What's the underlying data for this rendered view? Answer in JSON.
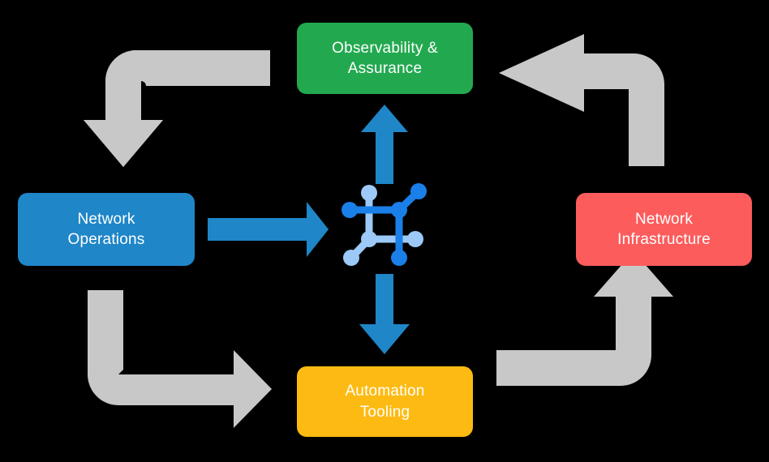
{
  "diagram": {
    "type": "cycle-diagram",
    "background_color": "#000000",
    "title_present": false,
    "nodes": [
      {
        "id": "observability",
        "label": "Observability &\nAssurance",
        "color": "#22A94F",
        "text_color": "#FFFFFF",
        "position": "top"
      },
      {
        "id": "network-operations",
        "label": "Network\nOperations",
        "color": "#1F86C8",
        "text_color": "#FFFFFF",
        "position": "left"
      },
      {
        "id": "network-infrastructure",
        "label": "Network\nInfrastructure",
        "color": "#FC5C5C",
        "text_color": "#FFFFFF",
        "position": "right"
      },
      {
        "id": "automation-tooling",
        "label": "Automation\nTooling",
        "color": "#FDBA12",
        "text_color": "#FFFFFF",
        "position": "bottom"
      }
    ],
    "center": {
      "icon_name": "network-topology-icon",
      "color_primary": "#1A7FE8",
      "color_secondary": "#9CC9F7"
    },
    "arrows": {
      "primary_color": "#1F86C8",
      "flow_color": "#C8C8C8",
      "primary": [
        {
          "id": "netops-to-center",
          "direction": "right"
        },
        {
          "id": "center-to-observability",
          "direction": "up"
        },
        {
          "id": "center-to-automation",
          "direction": "down"
        }
      ],
      "flow": [
        {
          "id": "observability-to-netops",
          "direction": "down-left-elbow"
        },
        {
          "id": "netinfra-to-observability",
          "direction": "up-left-elbow"
        },
        {
          "id": "netops-to-automation",
          "direction": "down-right-elbow"
        },
        {
          "id": "automation-to-netinfra",
          "direction": "right-up-elbow"
        }
      ]
    }
  }
}
